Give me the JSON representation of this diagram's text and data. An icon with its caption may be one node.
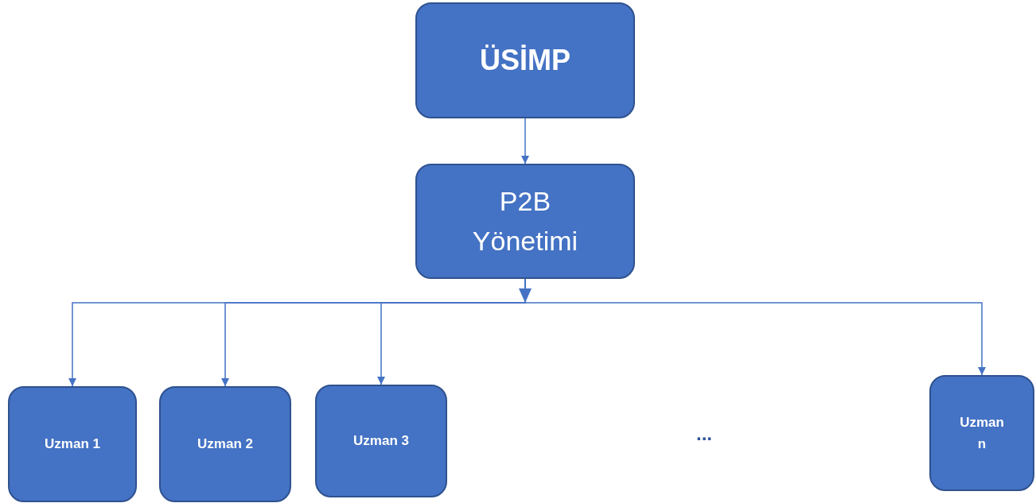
{
  "diagram": {
    "nodes": [
      {
        "text": [
          "ÜSİMP"
        ]
      },
      {
        "text": [
          "P2B Yönetimi"
        ]
      },
      {
        "text": [
          "Uzman 1"
        ]
      },
      {
        "text": [
          "Uzman 2"
        ]
      },
      {
        "text": [
          "Uzman 3"
        ]
      },
      {
        "text": [
          "Uzman n"
        ]
      }
    ],
    "edges": [
      {
        "from": 0,
        "to": 1,
        "arrow": "to"
      },
      {
        "from": 1,
        "to": 2,
        "arrow": "to"
      },
      {
        "from": 1,
        "to": 3,
        "arrow": "to"
      },
      {
        "from": 1,
        "to": 4,
        "arrow": "to"
      },
      {
        "from": 1,
        "to": 5,
        "arrow": "to"
      }
    ],
    "labels": [
      "..."
    ]
  }
}
